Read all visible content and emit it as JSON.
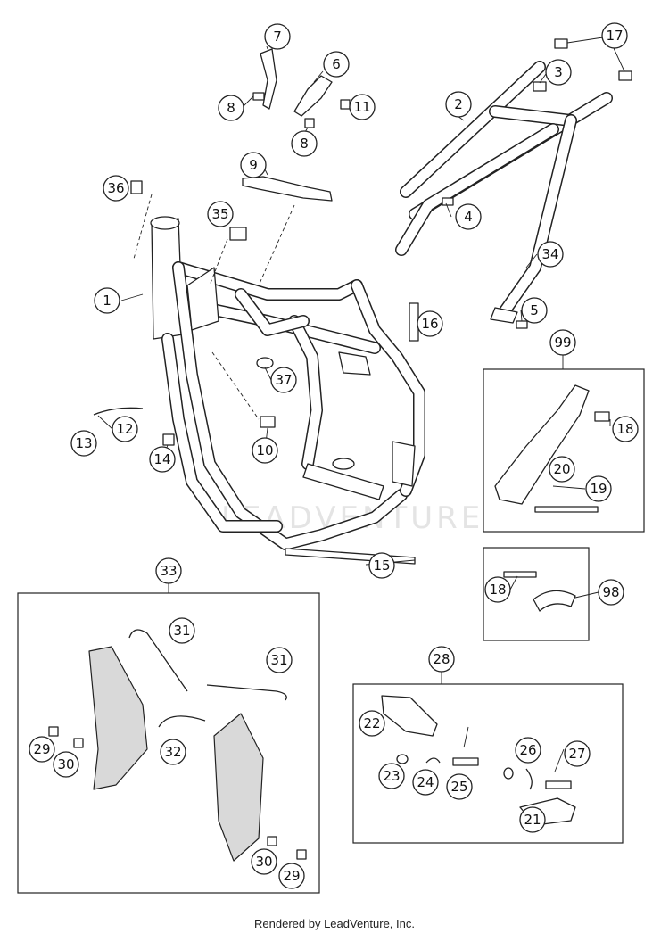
{
  "callouts": [
    {
      "id": "c1",
      "label": "1"
    },
    {
      "id": "c2",
      "label": "2"
    },
    {
      "id": "c3",
      "label": "3"
    },
    {
      "id": "c4",
      "label": "4"
    },
    {
      "id": "c5",
      "label": "5"
    },
    {
      "id": "c6",
      "label": "6"
    },
    {
      "id": "c7",
      "label": "7"
    },
    {
      "id": "c8a",
      "label": "8"
    },
    {
      "id": "c8b",
      "label": "8"
    },
    {
      "id": "c9",
      "label": "9"
    },
    {
      "id": "c10",
      "label": "10"
    },
    {
      "id": "c11",
      "label": "11"
    },
    {
      "id": "c12",
      "label": "12"
    },
    {
      "id": "c13",
      "label": "13"
    },
    {
      "id": "c14",
      "label": "14"
    },
    {
      "id": "c15",
      "label": "15"
    },
    {
      "id": "c16",
      "label": "16"
    },
    {
      "id": "c17",
      "label": "17"
    },
    {
      "id": "c18a",
      "label": "18"
    },
    {
      "id": "c18b",
      "label": "18"
    },
    {
      "id": "c19",
      "label": "19"
    },
    {
      "id": "c20",
      "label": "20"
    },
    {
      "id": "c21",
      "label": "21"
    },
    {
      "id": "c22",
      "label": "22"
    },
    {
      "id": "c23",
      "label": "23"
    },
    {
      "id": "c24",
      "label": "24"
    },
    {
      "id": "c25",
      "label": "25"
    },
    {
      "id": "c26",
      "label": "26"
    },
    {
      "id": "c27",
      "label": "27"
    },
    {
      "id": "c28",
      "label": "28"
    },
    {
      "id": "c29a",
      "label": "29"
    },
    {
      "id": "c29b",
      "label": "29"
    },
    {
      "id": "c30a",
      "label": "30"
    },
    {
      "id": "c30b",
      "label": "30"
    },
    {
      "id": "c31a",
      "label": "31"
    },
    {
      "id": "c31b",
      "label": "31"
    },
    {
      "id": "c32",
      "label": "32"
    },
    {
      "id": "c33",
      "label": "33"
    },
    {
      "id": "c34",
      "label": "34"
    },
    {
      "id": "c35",
      "label": "35"
    },
    {
      "id": "c36",
      "label": "36"
    },
    {
      "id": "c37",
      "label": "37"
    },
    {
      "id": "c98",
      "label": "98"
    },
    {
      "id": "c99",
      "label": "99"
    }
  ],
  "watermark": "LEADVENTURE",
  "footer": "Rendered by LeadVenture, Inc."
}
